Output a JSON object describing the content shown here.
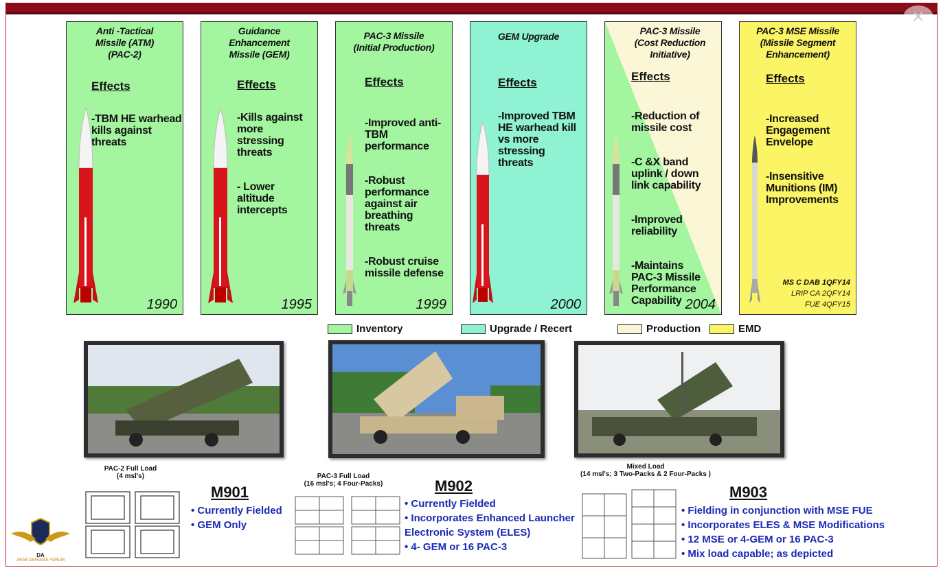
{
  "cards": [
    {
      "title": "Anti -Tactical\nMissile (ATM)\n(PAC-2)",
      "effects_label": "Effects",
      "items": [
        "-TBM HE warhead\n  kills against\n   threats"
      ],
      "year": "1990",
      "color": "#a4f5a0"
    },
    {
      "title": "Guidance\nEnhancement\nMissile (GEM)",
      "effects_label": "Effects",
      "items": [
        "-Kills against\nmore\nstressing\nthreats",
        " - Lower\naltitude\nintercepts"
      ],
      "year": "1995",
      "color": "#a4f5a0"
    },
    {
      "title": "PAC-3 Missile\n(Initial Production)",
      "effects_label": "Effects",
      "items": [
        "-Improved anti-\nTBM\nperformance",
        "-Robust\nperformance\nagainst air\nbreathing\nthreats",
        "-Robust cruise\nmissile defense"
      ],
      "year": "1999",
      "color": "#a4f5a0"
    },
    {
      "title": "GEM Upgrade",
      "effects_label": "Effects",
      "items": [
        "-Improved TBM\nHE warhead kill\nvs more\nstressing\nthreats"
      ],
      "year": "2000",
      "color": "#8ef2d3"
    },
    {
      "title": "PAC-3 Missile\n(Cost Reduction\nInitiative)",
      "effects_label": "Effects",
      "items": [
        "-Reduction of\nmissile cost",
        "-C &X band\nuplink / down\nlink capability",
        "-Improved\nreliability",
        "-Maintains\nPAC-3 Missile\nPerformance\nCapability"
      ],
      "year": "2004",
      "color": "#faf6d6",
      "color2": "#a4f5a0"
    },
    {
      "title": "PAC-3 MSE Missile\n(Missile Segment\nEnhancement)",
      "effects_label": "Effects",
      "items": [
        "-Increased\nEngagement\nEnvelope",
        "-Insensitive\nMunitions (IM)\nImprovements"
      ],
      "notes": [
        "MS C DAB 1QFY14",
        "LRIP CA 2QFY14",
        "FUE 4QFY15"
      ],
      "color": "#fbf464"
    }
  ],
  "legend": [
    {
      "label": "Inventory",
      "color": "#a4f5a0"
    },
    {
      "label": "Upgrade / Recert",
      "color": "#8ef2d3"
    },
    {
      "label": "Production",
      "color": "#faf6d6"
    },
    {
      "label": "EMD",
      "color": "#fbf464"
    }
  ],
  "launchers": [
    {
      "caption": "PAC-2 Full Load\n(4 msl's)",
      "model": "M901",
      "bullets": [
        "• Currently Fielded",
        "• GEM Only"
      ]
    },
    {
      "caption": "PAC-3 Full Load\n(16 msl's; 4 Four-Packs)",
      "model": "M902",
      "bullets": [
        "• Currently Fielded",
        "• Incorporates Enhanced Launcher",
        "Electronic System (ELES)",
        "• 4- GEM or 16 PAC-3"
      ]
    },
    {
      "caption": "Mixed Load\n(14 msl's; 3 Two-Packs & 2 Four-Packs )",
      "model": "M903",
      "bullets": [
        "•  Fielding in conjunction with MSE FUE",
        "•  Incorporates ELES & MSE Modifications",
        "•  12 MSE or 4-GEM or 16 PAC-3",
        "•  Mix load capable; as depicted"
      ]
    }
  ],
  "logo": {
    "abbr": "DA",
    "name": "ARAB DEFENSE FORUM"
  },
  "colors": {
    "top_bar": "#8b0d1a",
    "bullet_text": "#1a2ab5"
  }
}
